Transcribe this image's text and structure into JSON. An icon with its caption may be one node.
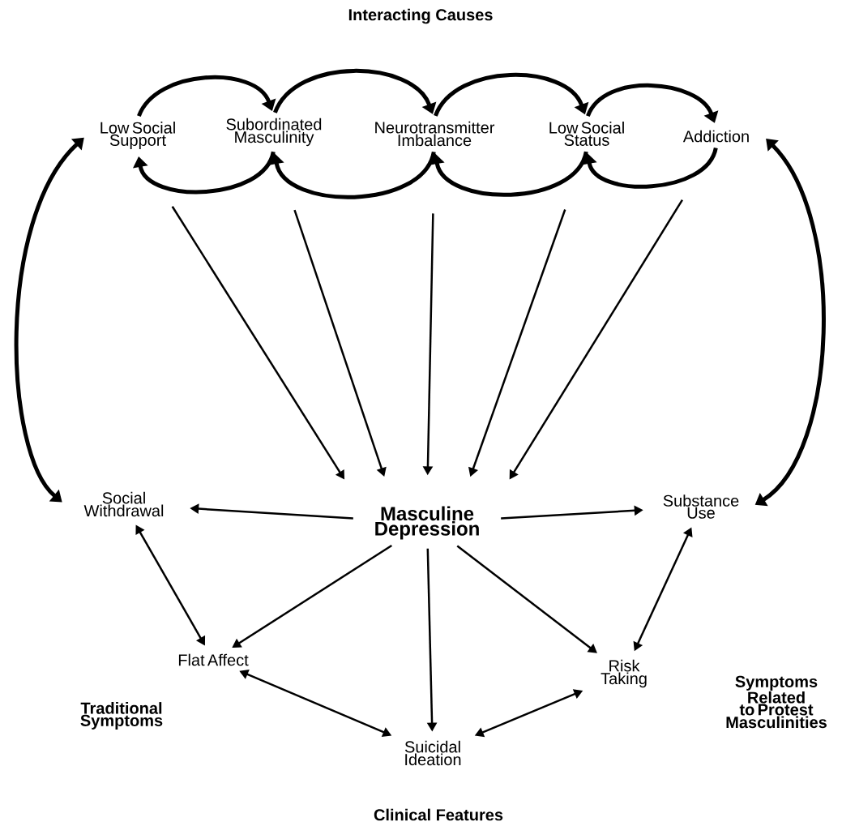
{
  "diagram": {
    "title": "Interacting Causes",
    "caption": "Clinical Features",
    "nodes": [
      {
        "text": [
          "Low Social Support"
        ]
      },
      {
        "text": [
          "Subordinated Masculinity"
        ]
      },
      {
        "text": [
          "Neurotransmitter Imbalance"
        ]
      },
      {
        "text": [
          "Low Social Status"
        ]
      },
      {
        "text": [
          "Addiction"
        ]
      },
      {
        "text": [
          "Masculine Depression"
        ]
      },
      {
        "text": [
          "Social Withdrawal"
        ]
      },
      {
        "text": [
          "Substance Use"
        ]
      },
      {
        "text": [
          "Flat Affect"
        ]
      },
      {
        "text": [
          "Risk Taking"
        ]
      },
      {
        "text": [
          "Suicidal Ideation"
        ]
      }
    ],
    "edges": [
      {
        "from": 0,
        "to": 1,
        "arrow": "to",
        "style": "thick"
      },
      {
        "from": 1,
        "to": 0,
        "arrow": "to",
        "style": "thick"
      },
      {
        "from": 1,
        "to": 2,
        "arrow": "to",
        "style": "thick"
      },
      {
        "from": 2,
        "to": 1,
        "arrow": "to",
        "style": "thick"
      },
      {
        "from": 2,
        "to": 3,
        "arrow": "to",
        "style": "thick"
      },
      {
        "from": 3,
        "to": 2,
        "arrow": "to",
        "style": "thick"
      },
      {
        "from": 3,
        "to": 4,
        "arrow": "to",
        "style": "thick"
      },
      {
        "from": 4,
        "to": 3,
        "arrow": "to",
        "style": "thick"
      },
      {
        "from": 6,
        "to": 0,
        "arrow": "both",
        "style": "thick"
      },
      {
        "from": 7,
        "to": 4,
        "arrow": "both",
        "style": "thick"
      },
      {
        "from": 0,
        "to": 5,
        "arrow": "to"
      },
      {
        "from": 1,
        "to": 5,
        "arrow": "to"
      },
      {
        "from": 2,
        "to": 5,
        "arrow": "to"
      },
      {
        "from": 3,
        "to": 5,
        "arrow": "to"
      },
      {
        "from": 4,
        "to": 5,
        "arrow": "to"
      },
      {
        "from": 5,
        "to": 6,
        "arrow": "to"
      },
      {
        "from": 5,
        "to": 7,
        "arrow": "to"
      },
      {
        "from": 5,
        "to": 8,
        "arrow": "to"
      },
      {
        "from": 5,
        "to": 10,
        "arrow": "to"
      },
      {
        "from": 5,
        "to": 9,
        "arrow": "to"
      },
      {
        "from": 6,
        "to": 8,
        "arrow": "both"
      },
      {
        "from": 7,
        "to": 9,
        "arrow": "both"
      },
      {
        "from": 8,
        "to": 10,
        "arrow": "both"
      },
      {
        "from": 10,
        "to": 9,
        "arrow": "both"
      }
    ],
    "labels": [
      "Traditional Symptoms",
      "Symptoms Related to Protest Masculinities"
    ]
  }
}
